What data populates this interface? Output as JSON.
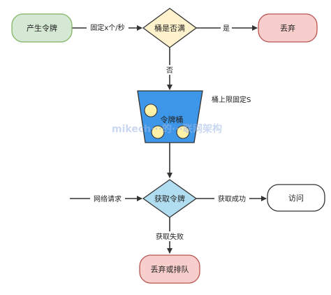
{
  "nodes": {
    "produce": "产生令牌",
    "bucket_full": "桶是否满",
    "discard_top": "丢弃",
    "bucket": "令牌桶",
    "get_token": "获取令牌",
    "visit": "访问",
    "discard_queue": "丢弃或排队"
  },
  "edges": {
    "rate": "固定x个/秒",
    "yes": "是",
    "no": "否",
    "network_request": "网络请求",
    "get_success": "获取成功",
    "get_fail": "获取失败"
  },
  "annotations": {
    "bucket_limit": "桶上限固定S",
    "watermark": "mikech···的···联网架构"
  },
  "colors": {
    "green_fill": "#d5e8d4",
    "green_stroke": "#82b366",
    "yellow_fill": "#fff2cc",
    "yellow_stroke": "#d6b656",
    "pink_fill": "#f8cecc",
    "pink_stroke": "#b85450",
    "blue_fill": "#3d96e8",
    "cyan_fill": "#b1ddf0",
    "token_fill": "#fff2a8"
  },
  "icons": {
    "arrow": "arrowhead"
  }
}
